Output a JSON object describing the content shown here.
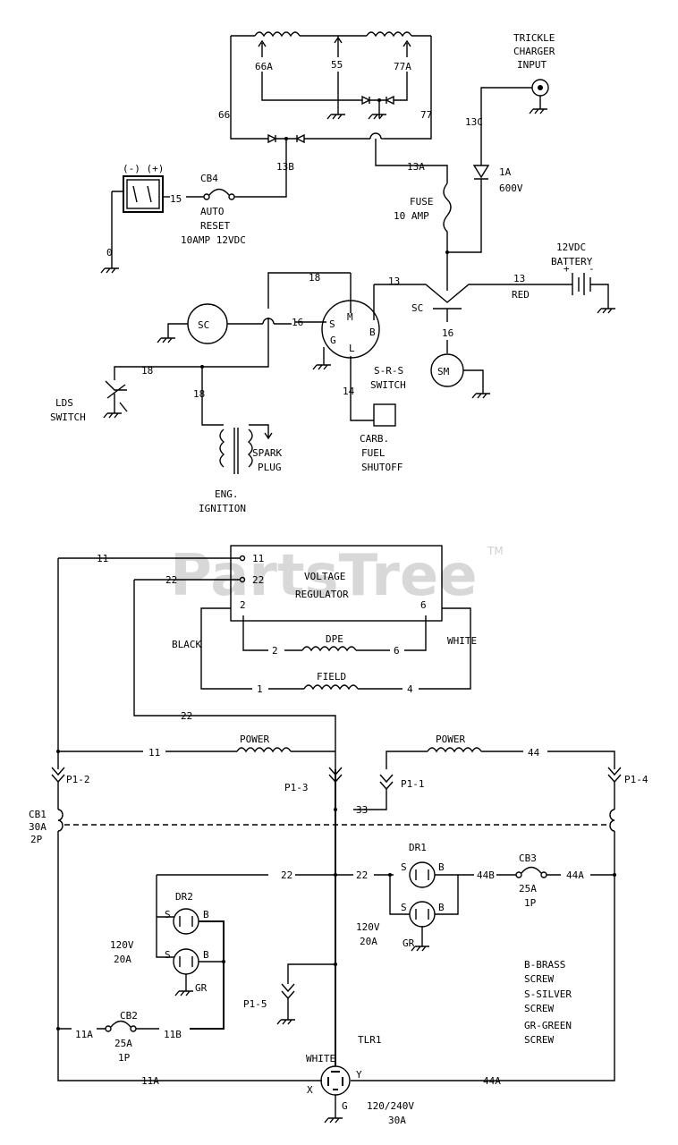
{
  "watermark": {
    "text": "PartsTree",
    "tm": "TM"
  },
  "labels": {
    "w66a": "66A",
    "w55": "55",
    "w77a": "77A",
    "w66": "66",
    "w77": "77",
    "w13b": "13B",
    "w13a": "13A",
    "w13c": "13C",
    "trickle1": "TRICKLE",
    "trickle2": "CHARGER",
    "trickle3": "INPUT",
    "d1a": "1A",
    "d600v": "600V",
    "fuse1": "FUSE",
    "fuse2": "10 AMP",
    "plug_sign": "(-) (+)",
    "w15": "15",
    "cb4": "CB4",
    "auto": "AUTO",
    "reset": "RESET",
    "rating_cb4": "10AMP 12VDC",
    "w0": "0",
    "w18a": "18",
    "w13": "13",
    "w13r": "13",
    "red": "RED",
    "bat1": "12VDC",
    "bat2": "BATTERY",
    "sc_label": "SC",
    "sc_circle": "SC",
    "w16": "16",
    "w16b": "16",
    "sm": "SM",
    "pin_m": "M",
    "pin_s": "S",
    "pin_b": "B",
    "pin_g": "G",
    "pin_l": "L",
    "w14": "14",
    "srs1": "S-R-S",
    "srs2": "SWITCH",
    "w18b": "18",
    "w18c": "18",
    "lds1": "LDS",
    "lds2": "SWITCH",
    "carb1": "CARB.",
    "carb2": "FUEL",
    "carb3": "SHUTOFF",
    "spark1": "SPARK",
    "spark2": "PLUG",
    "ign1": "ENG.",
    "ign2": "IGNITION",
    "vr_t11": "11",
    "vr_t22": "22",
    "vr1": "VOLTAGE",
    "vr2": "REGULATOR",
    "vr_2": "2",
    "vr_6": "6",
    "w11": "11",
    "w22": "22",
    "black": "BLACK",
    "white": "WHITE",
    "dpe": "DPE",
    "dpe2": "2",
    "dpe6": "6",
    "field": "FIELD",
    "f1": "1",
    "f4": "4",
    "w22b": "22",
    "power1": "POWER",
    "w11b": "11",
    "power2": "POWER",
    "w44": "44",
    "p12": "P1-2",
    "p13": "P1-3",
    "p11": "P1-1",
    "p14": "P1-4",
    "cb1a": "CB1",
    "cb1b": "30A",
    "cb1c": "2P",
    "w33": "33",
    "dr1": "DR1",
    "dr1s1": "S",
    "dr1b1": "B",
    "dr1s2": "S",
    "dr1b2": "B",
    "w22c": "22",
    "w22d": "22",
    "w44b": "44B",
    "cb3": "CB3",
    "cb3a": "25A",
    "cb3b": "1P",
    "w44a": "44A",
    "dr1v": "120V",
    "dr1a": "20A",
    "dr1gr": "GR",
    "dr2": "DR2",
    "dr2s1": "S",
    "dr2b1": "B",
    "dr2s2": "S",
    "dr2b2": "B",
    "dr2v": "120V",
    "dr2a": "20A",
    "dr2gr": "GR",
    "leg1": "B-BRASS",
    "leg2": "SCREW",
    "leg3": "S-SILVER",
    "leg4": "SCREW",
    "leg5": "GR-GREEN",
    "leg6": "SCREW",
    "p15": "P1-5",
    "w11a": "11A",
    "cb2": "CB2",
    "cb2a": "25A",
    "cb2b": "1P",
    "w11bb": "11B",
    "tlr1": "TLR1",
    "tlrw": "WHITE",
    "tlry": "Y",
    "tlrx": "X",
    "tlrg": "G",
    "w11a2": "11A",
    "w44a2": "44A",
    "tlrv": "120/240V",
    "tlra": "30A"
  }
}
